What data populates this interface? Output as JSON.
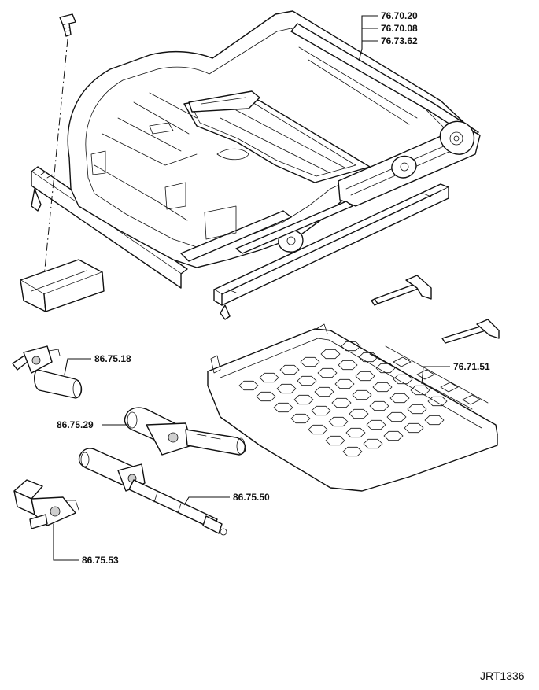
{
  "labels": {
    "frame_refs": [
      "76.70.20",
      "76.70.08",
      "76.73.62"
    ],
    "pan_ref": "76.71.51",
    "motor_height_ref": "86.75.18",
    "motor_tilt_ref": "86.75.29",
    "motor_slide_ref": "86.75.50",
    "motor_length_ref": "86.75.53"
  },
  "drawing_ref": "JRT1336"
}
